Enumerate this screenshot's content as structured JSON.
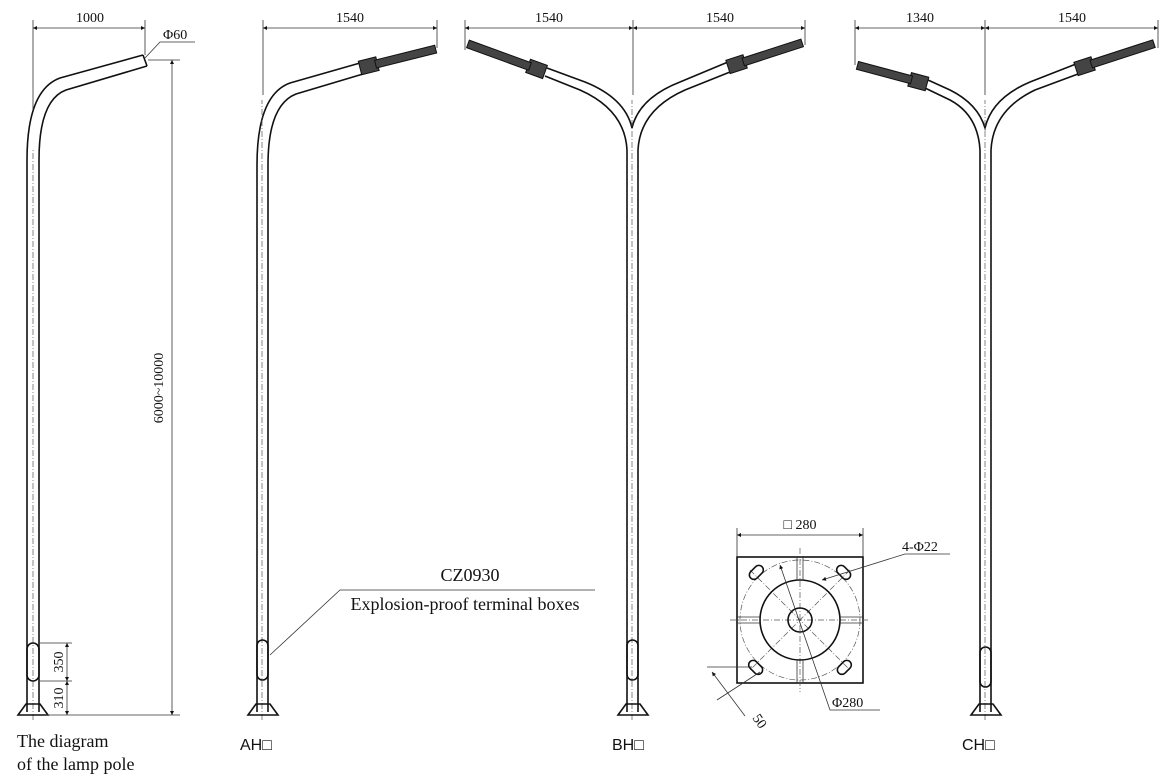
{
  "pole_diagram": {
    "dim_arm": "1000",
    "dim_dia": "Φ60",
    "dim_height": "6000~10000",
    "dim_hole": "350",
    "dim_hole_base": "310",
    "caption_line1": "The diagram",
    "caption_line2": "of the lamp pole"
  },
  "pole_a": {
    "dim": "1540",
    "label": "AH□"
  },
  "pole_b": {
    "dim_left": "1540",
    "dim_right": "1540",
    "label": "BH□"
  },
  "pole_c": {
    "dim_left": "1340",
    "dim_right": "1540",
    "label": "CH□"
  },
  "terminal_box": {
    "model": "CZ0930",
    "description": "Explosion-proof terminal boxes"
  },
  "base_plate": {
    "width": "□ 280",
    "holes": "4-Φ22",
    "circle": "Φ280",
    "slot": "50"
  }
}
